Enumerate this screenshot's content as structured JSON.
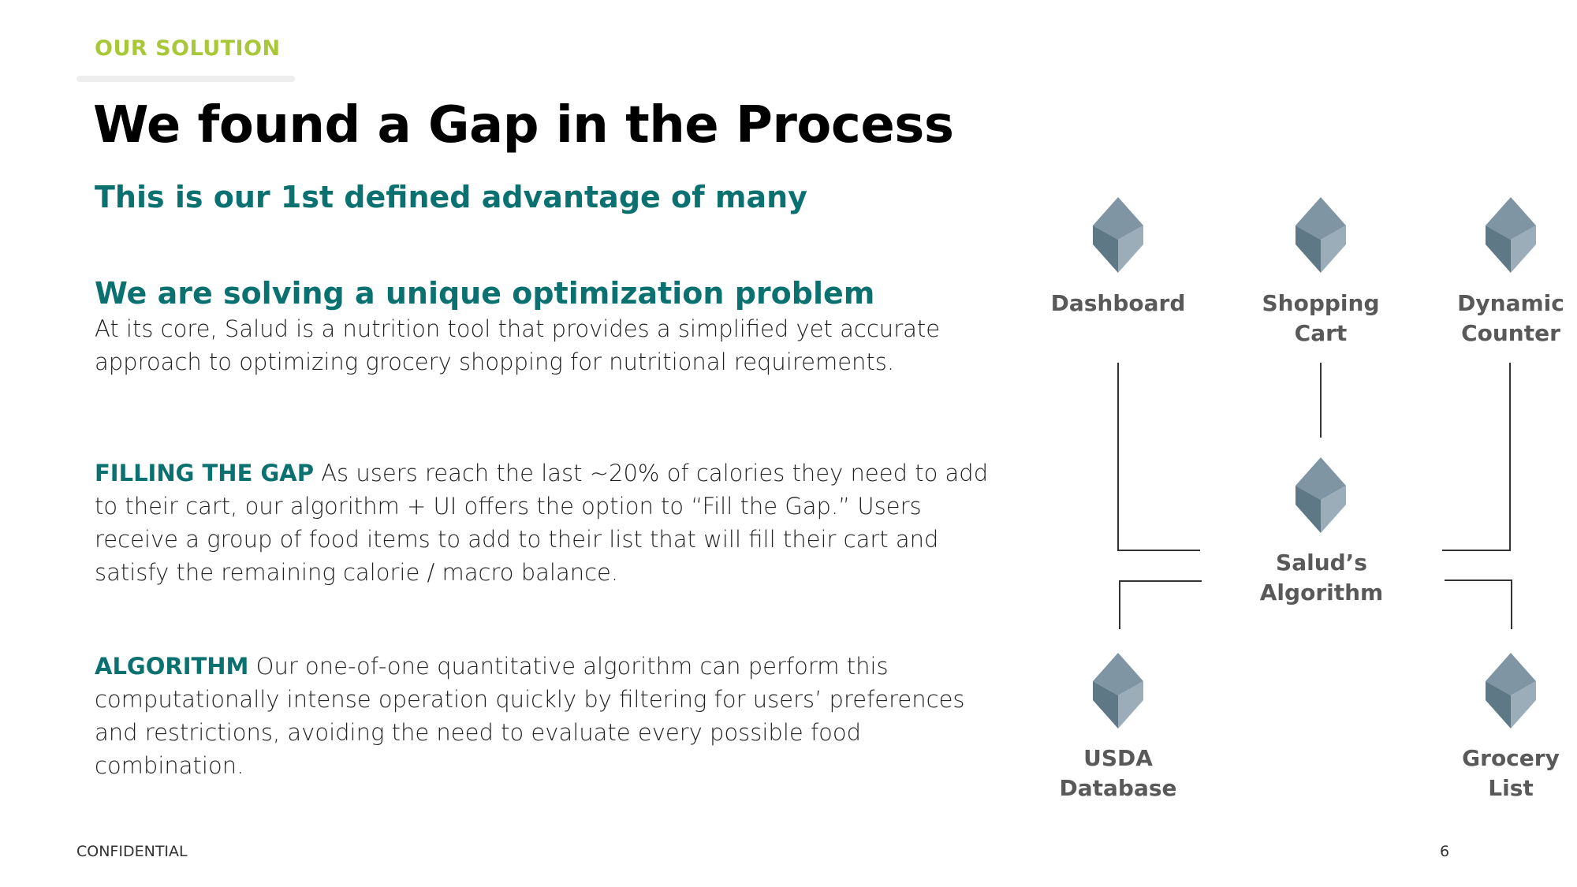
{
  "header": {
    "eyebrow": "OUR SOLUTION",
    "title": "We found a Gap in the Process",
    "subtitle": "This is our 1st defined advantage of many"
  },
  "intro": {
    "heading": "We are solving a unique optimization problem",
    "body": "At its core, Salud is a nutrition tool that provides a simplified yet accurate approach to optimizing grocery shopping for nutritional requirements."
  },
  "filling_gap": {
    "lead": "FILLING THE GAP",
    "body": " As users reach the last ~20% of calories they need to add to their cart, our algorithm + UI offers the option to “Fill the Gap.” Users receive a group of food items to add to their list that will fill their cart and satisfy the remaining calorie / macro balance."
  },
  "algorithm": {
    "lead": "ALGORITHM",
    "body": " Our one-of-one quantitative algorithm can perform this computationally intense operation quickly by filtering for users’ preferences and restrictions, avoiding the need to evaluate every possible food combination."
  },
  "diagram": {
    "icon": "gem-icon",
    "icon_colors": {
      "top": "#7f95a3",
      "left": "#5f7886",
      "right": "#9aadb9"
    },
    "line_color": "#333333",
    "nodes": {
      "dashboard": {
        "line1": "Dashboard",
        "line2": ""
      },
      "shopping_cart": {
        "line1": "Shopping",
        "line2": "Cart"
      },
      "dynamic_counter": {
        "line1": "Dynamic",
        "line2": "Counter"
      },
      "algorithm": {
        "line1": "Salud’s",
        "line2": "Algorithm"
      },
      "usda_database": {
        "line1": "USDA",
        "line2": "Database"
      },
      "grocery_list": {
        "line1": "Grocery",
        "line2": "List"
      }
    }
  },
  "footer": {
    "confidential": "CONFIDENTIAL",
    "page_number": "6"
  }
}
